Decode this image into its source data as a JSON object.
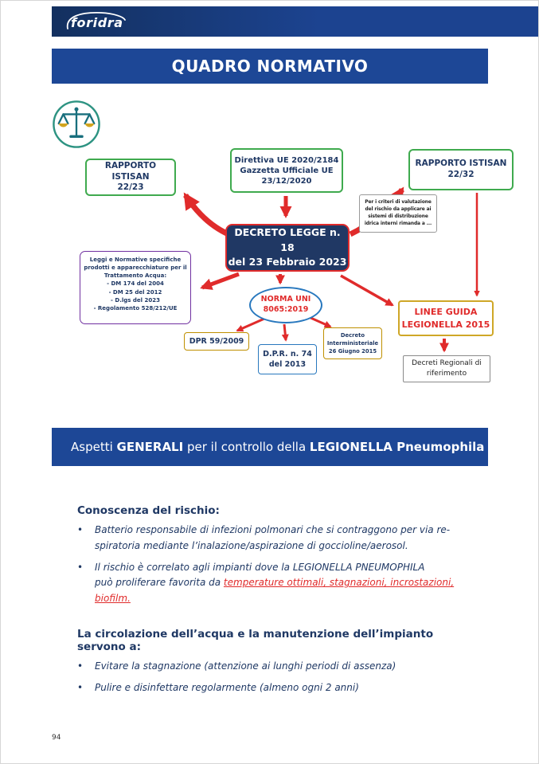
{
  "logo": "foridra",
  "banner_title": "QUADRO NORMATIVO",
  "diagram": {
    "rapporto_istisan_2223": "RAPPORTO ISTISAN\n22/23",
    "direttiva_ue": "Direttiva UE 2020/2184\nGazzetta Ufficiale UE\n23/12/2020",
    "rapporto_istisan_2232": "RAPPORTO ISTISAN\n22/32",
    "decreto_legge": "DECRETO LEGGE n. 18\ndel 23 Febbraio 2023",
    "nota_valutazione": "Per i criteri di valutazione del rischio da applicare ai sistemi di distribuzione idrica interni rimanda a ...",
    "leggi_normative_intro": "Leggi e Normative specifiche prodotti e apparecchiature per il Trattamento Acqua:",
    "leggi_normative_items": [
      "- DM 174 del 2004",
      "- DM 25 del 2012",
      "- D.lgs del 2023",
      "- Regolamento 528/212/UE"
    ],
    "norma_uni": "NORMA UNI\n8065:2019",
    "dpr_59": "DPR 59/2009",
    "dpr_74": "D.P.R. n. 74\ndel 2013",
    "decreto_interministeriale": "Decreto\nInterministeriale\n26 Giugno 2015",
    "linee_guida": "LINEE GUIDA\nLEGIONELLA 2015",
    "decreti_regionali": "Decreti Regionali di riferimento"
  },
  "section_banner": {
    "part1": "Aspetti ",
    "part2": "GENERALI",
    "part3": " per il controllo della ",
    "part4": "LEGIONELLA Pneumophila"
  },
  "content": {
    "bullet_marker": "•",
    "heading1": "Conoscenza del rischio:",
    "bullet1": "Batterio responsabile di infezioni polmonari che si contraggono per via re-\nspiratoria mediante l’inalazione/aspirazione di goccioline/aerosol.",
    "bullet2_line1": "Il rischio è correlato agli impianti dove la LEGIONELLA PNEUMOPHILA",
    "bullet2_line2_normal": "può proliferare favorita da ",
    "bullet2_line2_red": "temperature ottimali, stagnazioni, incrostazioni,",
    "bullet2_line3_red": "biofilm.",
    "heading2": "La circolazione dell’acqua e la manutenzione dell’impianto servono a:",
    "bullet3": "Evitare la stagnazione (attenzione ai lunghi periodi di assenza)",
    "bullet4": "Pulire e disinfettare regolarmente (almeno ogni 2 anni)"
  },
  "page_number": "94",
  "colors": {
    "banner_blue": "#1d4796",
    "dark_navy": "#1f3864",
    "green": "#3faa4e",
    "red": "#e02b2b",
    "purple": "#7030a0",
    "gold": "#bf9000",
    "blue_border": "#2878be",
    "teal": "#2d9382"
  }
}
